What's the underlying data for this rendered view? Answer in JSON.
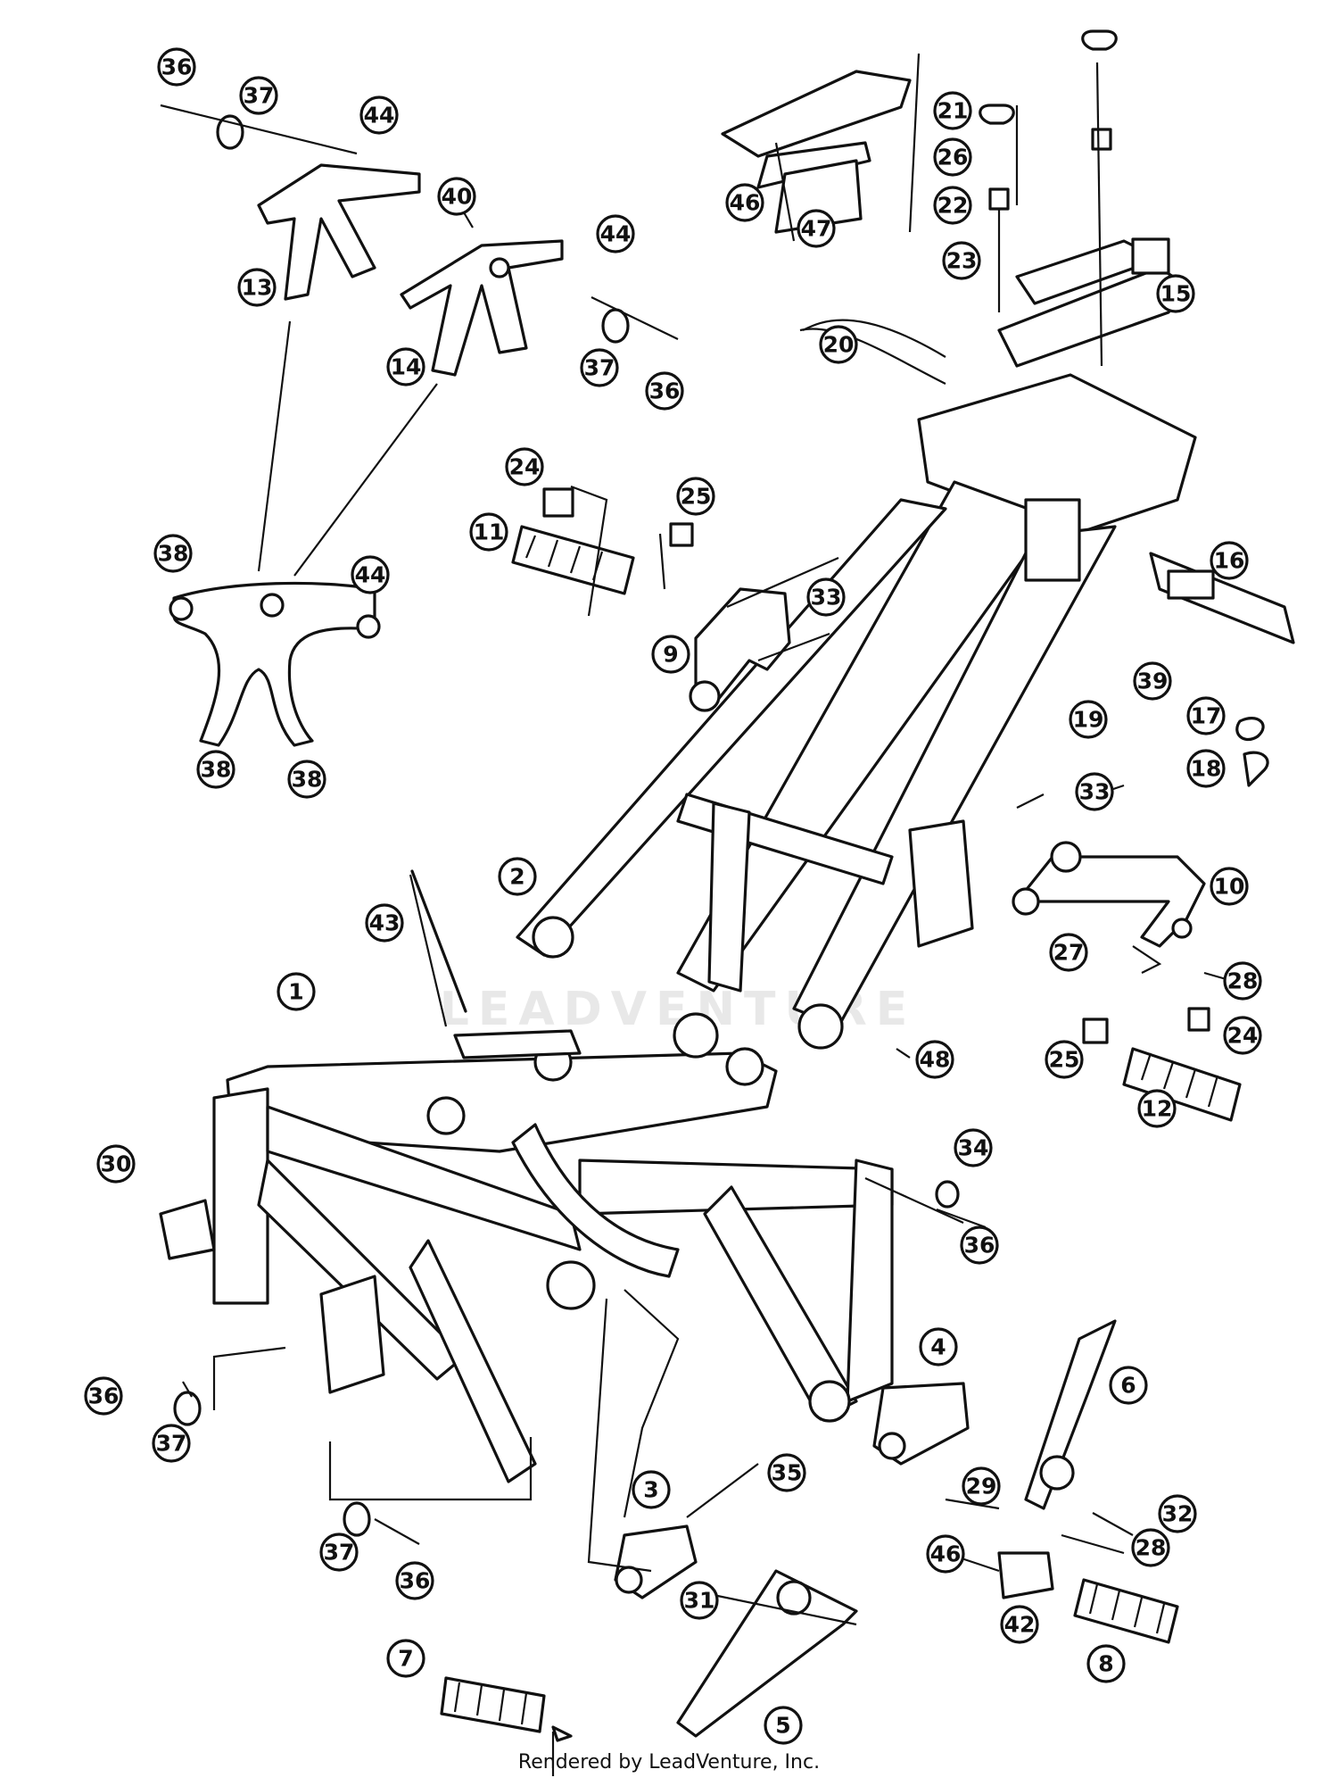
{
  "watermark": "LEADVENTURE",
  "footer": "Rendered by LeadVenture, Inc.",
  "callouts": [
    "36",
    "37",
    "44",
    "40",
    "13",
    "44",
    "14",
    "37",
    "36",
    "46",
    "47",
    "21",
    "26",
    "22",
    "23",
    "15",
    "20",
    "24",
    "25",
    "11",
    "9",
    "33",
    "38",
    "44",
    "38",
    "38",
    "16",
    "39",
    "19",
    "17",
    "18",
    "2",
    "43",
    "33",
    "10",
    "27",
    "28",
    "25",
    "24",
    "12",
    "48",
    "1",
    "30",
    "34",
    "36",
    "36",
    "37",
    "4",
    "6",
    "29",
    "32",
    "3",
    "35",
    "37",
    "36",
    "46",
    "28",
    "31",
    "42",
    "7",
    "8",
    "5"
  ]
}
